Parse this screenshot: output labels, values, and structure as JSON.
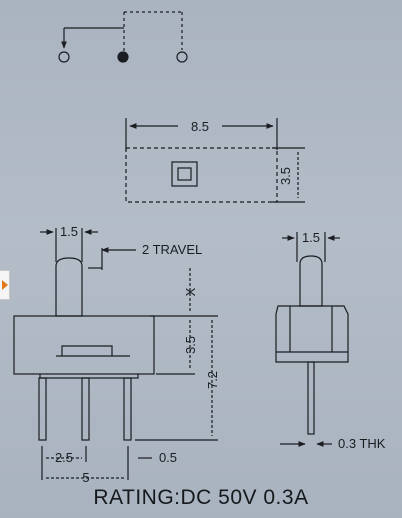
{
  "labels": {
    "width_top": "8.5",
    "height_top": "3.5",
    "actuator_width_side": "1.5",
    "travel": "2 TRAVEL",
    "x_mark": "X",
    "body_height": "3.5",
    "pin_length": "7.2",
    "pin_pitch": "2.5",
    "pin_span": "5",
    "pin_width": "0.5",
    "actuator_width_end": "1.5",
    "thickness": "0.3 THK"
  },
  "rating": "RATING:DC 50V 0.3A",
  "icons": {
    "side_tab": "arrow-right-icon"
  },
  "colors": {
    "ink": "#1a1d22",
    "paper": "#aeb8c4"
  }
}
